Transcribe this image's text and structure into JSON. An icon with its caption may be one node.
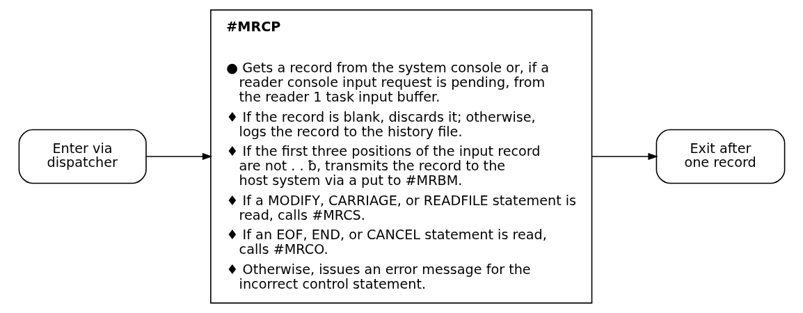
{
  "diagram": {
    "nodes": [
      {
        "text": [
          "Enter via dispatcher"
        ]
      },
      {
        "text": [
          "#MRCP",
          "● Gets a record from the system console or, if a reader console input request is pending, from the reader 1 task input buffer.",
          "♦ If the record is blank, discards it; otherwise, logs the record to the history file.",
          "♦ If the first three positions of the input record are not . . ƀ, transmits the record to the host system via a put to #MRBM.",
          "♦ If a MODIFY, CARRIAGE, or READFILE statement is read, calls #MRCS.",
          "♦ If an EOF, END, or CANCEL statement is read, calls #MRCO.",
          "♦ Otherwise, issues an error message for the incorrect control statement."
        ]
      },
      {
        "text": [
          "Exit after one record"
        ]
      }
    ],
    "edges": [
      {
        "from": 0,
        "to": 1,
        "arrow": "to"
      },
      {
        "from": 1,
        "to": 2,
        "arrow": "to"
      }
    ]
  }
}
